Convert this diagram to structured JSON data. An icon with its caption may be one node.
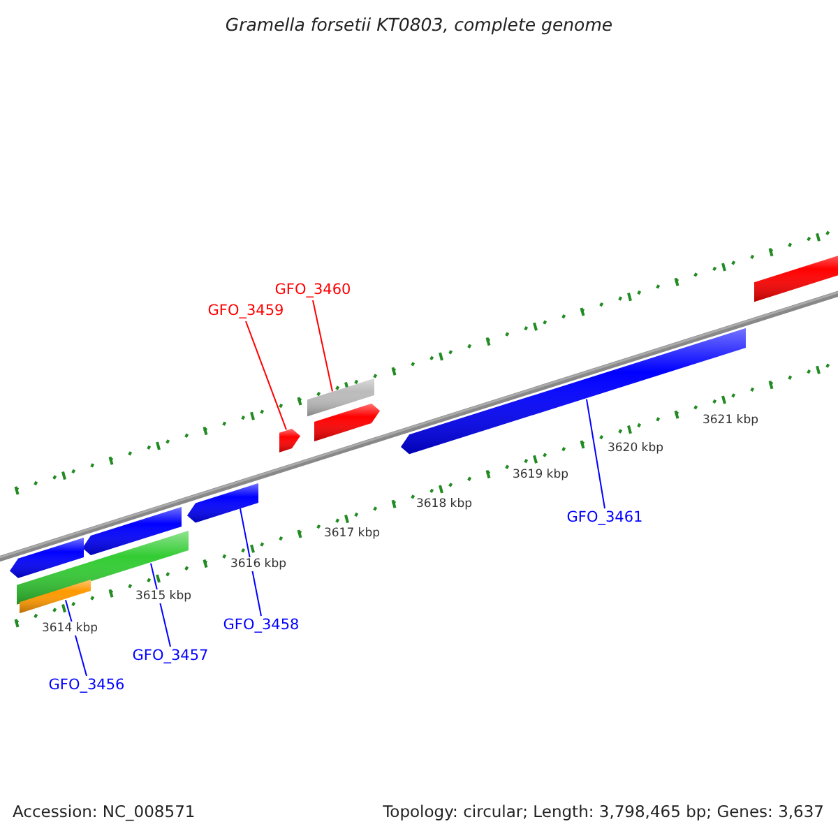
{
  "diagram": {
    "title": "Gramella forsetii KT0803, complete genome",
    "nodes": [
      {
        "text": [
          "GFO_3460"
        ]
      },
      {
        "text": [
          "GFO_3459"
        ]
      },
      {
        "text": [],
        "shape": "bar"
      },
      {
        "text": [],
        "shape": "bar"
      },
      {
        "text": [],
        "shape": "arrow"
      },
      {
        "text": [],
        "shape": "arrow"
      },
      {
        "text": [],
        "shape": "arrow"
      },
      {
        "text": [],
        "shape": "arrow"
      },
      {
        "text": [],
        "shape": "arrow"
      },
      {
        "text": [],
        "shape": "arrow"
      },
      {
        "text": [],
        "shape": "bar"
      },
      {
        "text": [],
        "shape": "bar"
      },
      {
        "text": [
          "GFO_3461"
        ]
      },
      {
        "text": [
          "GFO_3458"
        ]
      },
      {
        "text": [
          "GFO_3457"
        ]
      },
      {
        "text": [
          "GFO_3456"
        ]
      }
    ],
    "edges": [
      {
        "from": 0,
        "to": 3,
        "arrow": "none",
        "color": "#ff0000"
      },
      {
        "from": 1,
        "to": 5,
        "arrow": "none",
        "color": "#ff0000"
      },
      {
        "from": 12,
        "to": 6,
        "arrow": "none"
      },
      {
        "from": 13,
        "to": 7,
        "arrow": "none"
      },
      {
        "from": 14,
        "to": 10,
        "arrow": "none"
      },
      {
        "from": 15,
        "to": 11,
        "arrow": "none"
      }
    ],
    "labels": [
      "3621 kbp",
      "3620 kbp",
      "3619 kbp",
      "3618 kbp",
      "3617 kbp",
      "3616 kbp",
      "3615 kbp",
      "3614 kbp",
      "Accession: NC_008571",
      "Topology: circular; Length: 3,798,465 bp; Genes: 3,637"
    ]
  }
}
